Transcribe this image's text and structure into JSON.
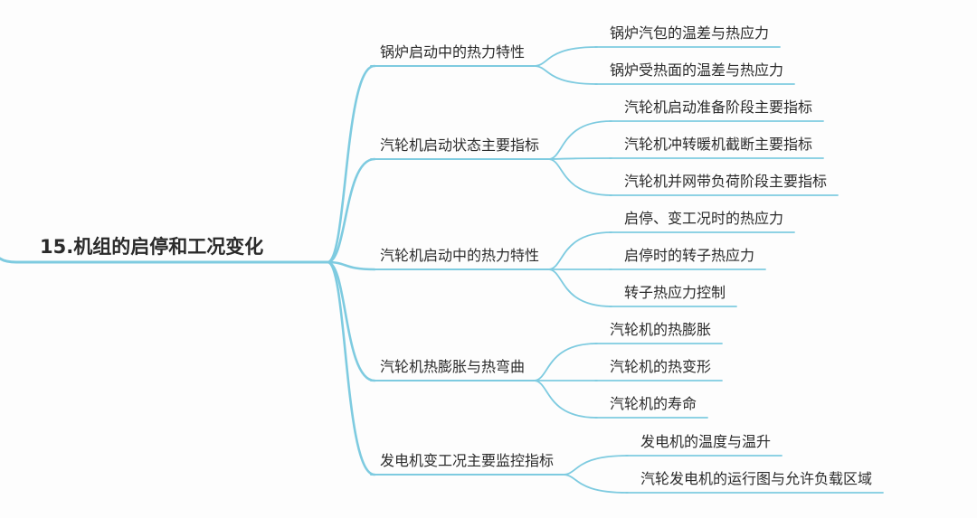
{
  "mindmap": {
    "root": "15.机组的启停和工况变化",
    "line_color": "#7ecbe0",
    "branches": [
      {
        "label": "锅炉启动中的热力特性",
        "children": [
          "锅炉汽包的温差与热应力",
          "锅炉受热面的温差与热应力"
        ]
      },
      {
        "label": "汽轮机启动状态主要指标",
        "children": [
          "汽轮机启动准备阶段主要指标",
          "汽轮机冲转暖机截断主要指标",
          "汽轮机并网带负荷阶段主要指标"
        ]
      },
      {
        "label": "汽轮机启动中的热力特性",
        "children": [
          "启停、变工况时的热应力",
          "启停时的转子热应力",
          "转子热应力控制"
        ]
      },
      {
        "label": "汽轮机热膨胀与热弯曲",
        "children": [
          "汽轮机的热膨胀",
          "汽轮机的热变形",
          "汽轮机的寿命"
        ]
      },
      {
        "label": "发电机变工况主要监控指标",
        "children": [
          "发电机的温度与温升",
          "汽轮发电机的运行图与允许负载区域"
        ]
      }
    ]
  }
}
